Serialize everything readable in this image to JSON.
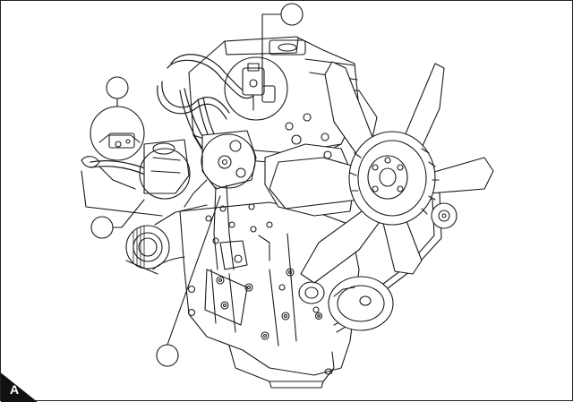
{
  "figure": {
    "corner_label": "A",
    "callouts": [
      {
        "id": "upper",
        "label": ""
      },
      {
        "id": "left-upper",
        "label": ""
      },
      {
        "id": "left-lower",
        "label": ""
      },
      {
        "id": "bottom",
        "label": ""
      }
    ]
  },
  "colors": {
    "line": "#1a1a1a",
    "background": "#ffffff",
    "corner_badge": "#111111"
  }
}
